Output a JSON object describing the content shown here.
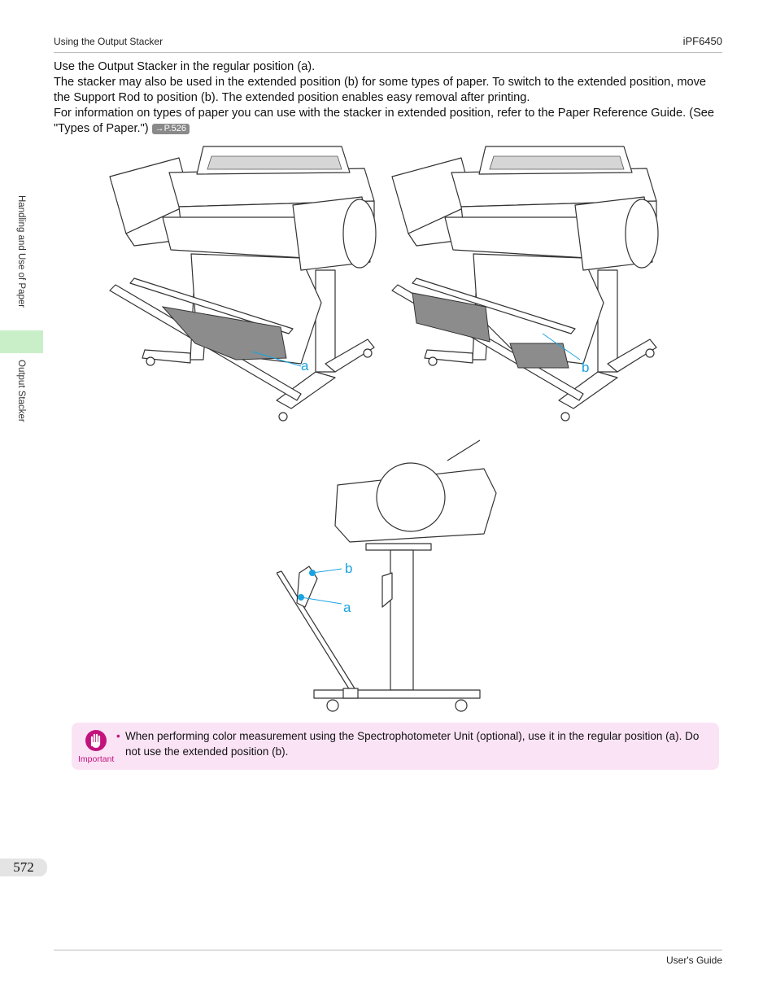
{
  "header": {
    "section": "Using the Output Stacker",
    "model": "iPF6450"
  },
  "body": {
    "p1": "Use the Output Stacker in the regular position (a).",
    "p2": "The stacker may also be used in the extended position (b) for some types of paper. To switch to the extended position, move the Support Rod to position (b). The extended position enables easy removal after printing.",
    "p3": "For information on types of paper you can use with the stacker in extended position, refer to the Paper Reference Guide.  (See \"Types of Paper.\")",
    "xref": "→P.526"
  },
  "sidebar": {
    "chapter": "Handling and Use of Paper",
    "section": "Output Stacker"
  },
  "figures": {
    "label_a": "a",
    "label_b": "b"
  },
  "important": {
    "label": "Important",
    "text": "When performing color measurement using the Spectrophotometer Unit (optional), use it in the regular position (a). Do not use the extended position (b)."
  },
  "page_number": "572",
  "footer": {
    "title": "User's Guide"
  },
  "colors": {
    "label_color": "#1aa3e0",
    "important_bg": "#fbe3f6",
    "important_accent": "#c2137c",
    "sidebar_tab": "#c9efc9"
  }
}
